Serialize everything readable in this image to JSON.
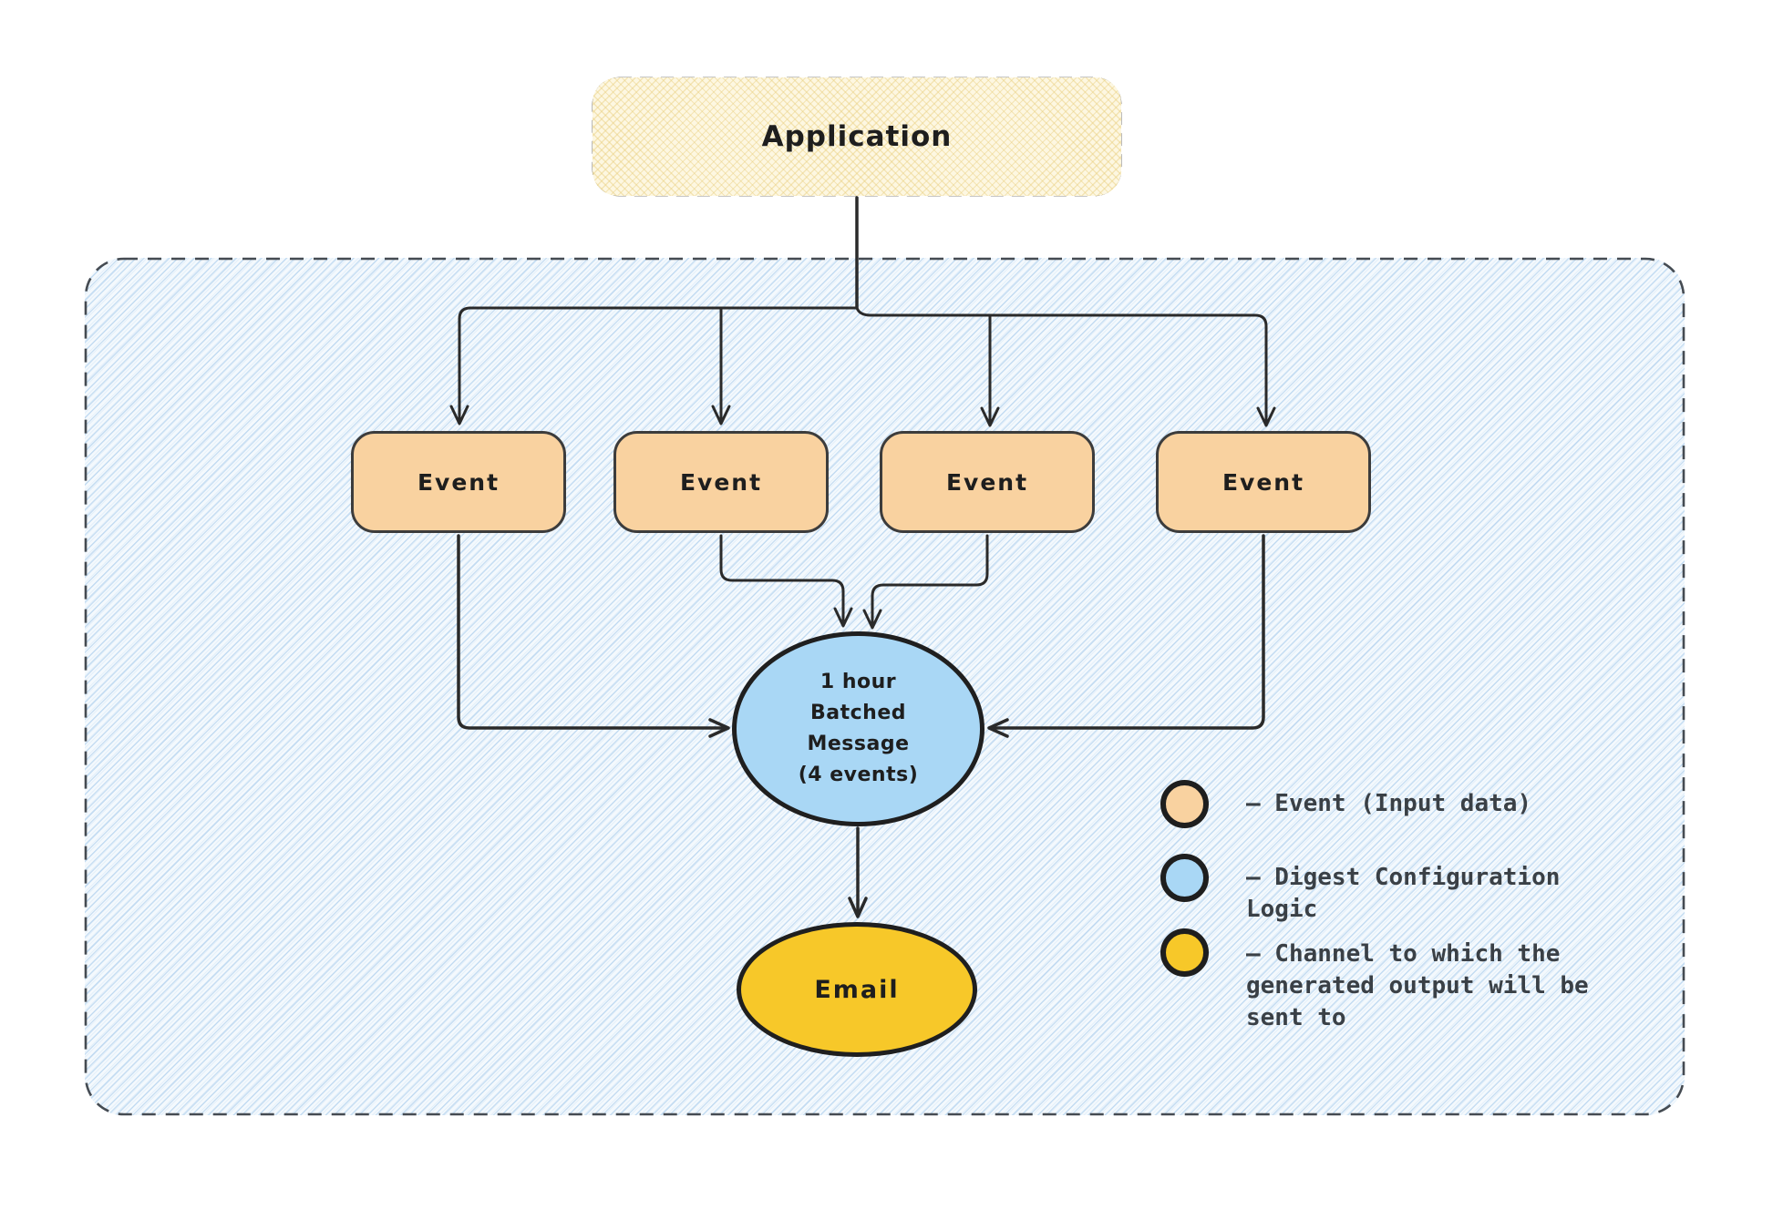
{
  "diagram": {
    "application": {
      "label": "Application"
    },
    "events": [
      {
        "label": "Event"
      },
      {
        "label": "Event"
      },
      {
        "label": "Event"
      },
      {
        "label": "Event"
      }
    ],
    "digest": {
      "lines": [
        "1 hour",
        "Batched",
        "Message",
        "(4 events)"
      ]
    },
    "channel": {
      "label": "Email"
    }
  },
  "legend": {
    "items": [
      {
        "label": "– Event (Input data)",
        "color": "#f9d2a0"
      },
      {
        "label": "– Digest Configuration Logic",
        "color": "#a9d7f5"
      },
      {
        "label": "– Channel to which the generated output will be sent to",
        "color": "#f7c829"
      }
    ]
  },
  "colors": {
    "event_fill": "#f9d2a0",
    "digest_fill": "#a9d7f5",
    "channel_fill": "#f7c829",
    "application_fill": "#fdf7e1",
    "group_fill": "#eaf3fb",
    "stroke": "#2a2a2a",
    "legend_text": "#3a4046"
  }
}
